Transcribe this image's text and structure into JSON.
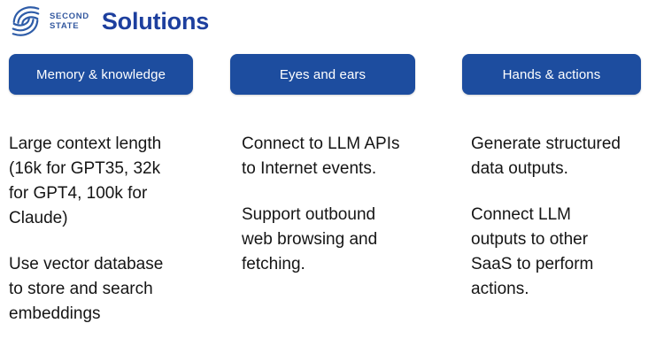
{
  "header": {
    "logo": {
      "icon": "second-state-swirl-logo",
      "line1": "SECOND",
      "line2": "STATE"
    },
    "title": "Solutions"
  },
  "columns": [
    {
      "button_label": "Memory & knowledge",
      "paragraphs": {
        "p1": "Large context length\n(16k for GPT35, 32k\nfor GPT4, 100k for\nClaude)",
        "p2": "Use vector database\nto store and search\nembeddings"
      }
    },
    {
      "button_label": "Eyes and ears",
      "paragraphs": {
        "p1": "Connect to LLM APIs\nto Internet events.",
        "p2": "Support outbound\nweb browsing and\nfetching."
      }
    },
    {
      "button_label": "Hands & actions",
      "paragraphs": {
        "p1": "Generate structured\ndata outputs.",
        "p2": "Connect LLM\noutputs to other\nSaaS to perform\nactions."
      }
    }
  ],
  "colors": {
    "pill_background": "#1d4d9f",
    "title_blue": "#1d3f9e",
    "logo_blue": "#2e5ca8",
    "body_text": "#151515",
    "background": "#ffffff"
  }
}
